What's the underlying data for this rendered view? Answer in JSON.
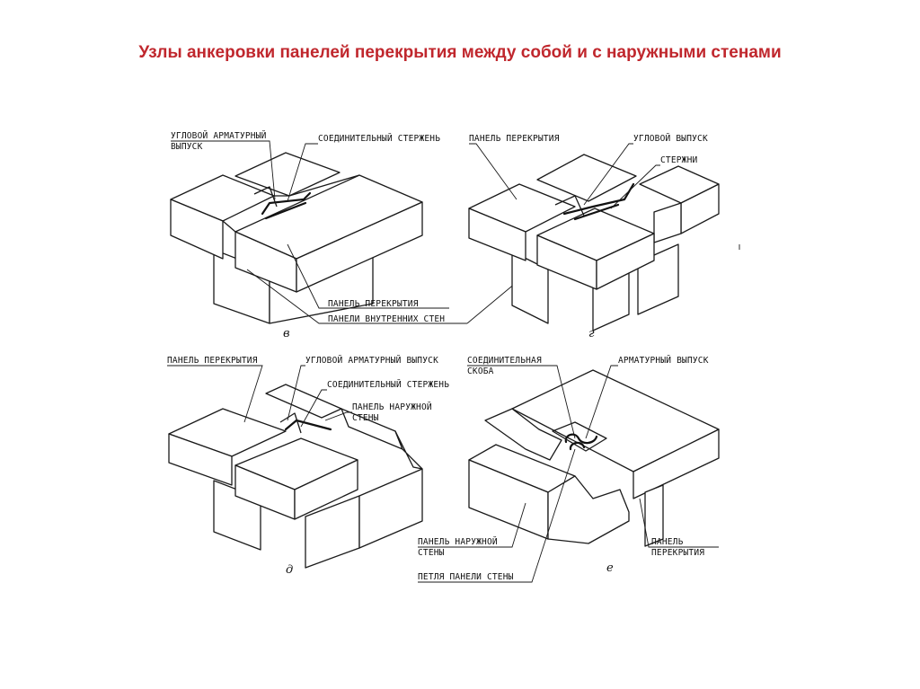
{
  "title": "Узлы анкеровки панелей перекрытия между собой и с наружными стенами",
  "figures": {
    "v": {
      "letter": "в",
      "labels": {
        "corner_outlet_1": "УГЛОВОЙ АРМАТУРНЫЙ",
        "corner_outlet_2": "ВЫПУСК",
        "connecting_rod": "СОЕДИНИТЕЛЬНЫЙ СТЕРЖЕНЬ",
        "floor_panel": "ПАНЕЛЬ ПЕРЕКРЫТИЯ",
        "inner_wall_panels": "ПАНЕЛИ ВНУТРЕННИХ СТЕН"
      }
    },
    "g": {
      "letter": "г",
      "labels": {
        "floor_panel": "ПАНЕЛЬ ПЕРЕКРЫТИЯ",
        "corner_outlet": "УГЛОВОЙ ВЫПУСК",
        "rods": "СТЕРЖНИ"
      }
    },
    "d": {
      "letter": "д",
      "labels": {
        "floor_panel": "ПАНЕЛЬ ПЕРЕКРЫТИЯ",
        "corner_outlet": "УГЛОВОЙ АРМАТУРНЫЙ ВЫПУСК",
        "connecting_rod": "СОЕДИНИТЕЛЬНЫЙ СТЕРЖЕНЬ",
        "outer_wall_1": "ПАНЕЛЬ НАРУЖНОЙ",
        "outer_wall_2": "СТЕНЫ"
      }
    },
    "e": {
      "letter": "е",
      "labels": {
        "bracket_1": "СОЕДИНИТЕЛЬНАЯ",
        "bracket_2": "СКОБА",
        "rebar_outlet": "АРМАТУРНЫЙ ВЫПУСК",
        "outer_wall_1": "ПАНЕЛЬ НАРУЖНОЙ",
        "outer_wall_2": "СТЕНЫ",
        "wall_loop": "ПЕТЛЯ ПАНЕЛИ СТЕНЫ",
        "floor_panel_1": "ПАНЕЛЬ",
        "floor_panel_2": "ПЕРЕКРЫТИЯ"
      }
    }
  }
}
